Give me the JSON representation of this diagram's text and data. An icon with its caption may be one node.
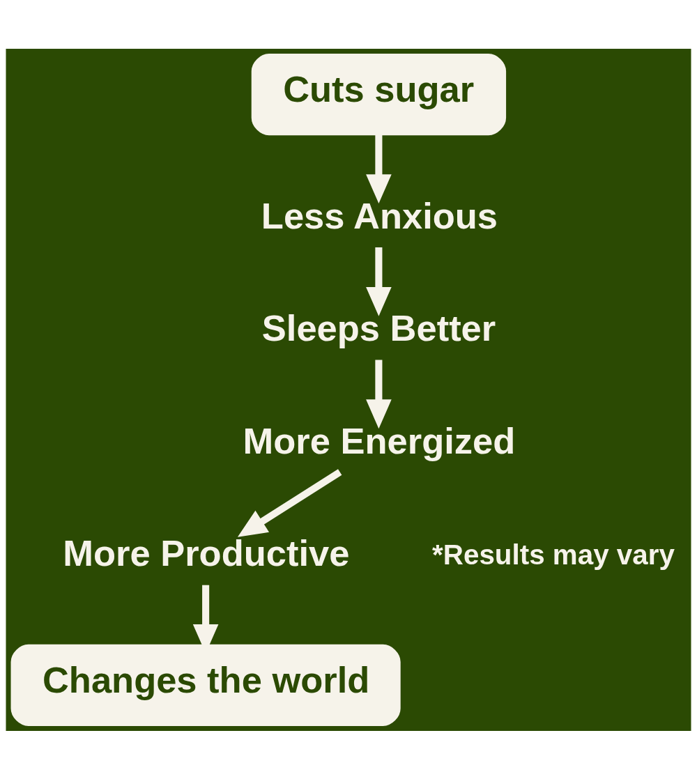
{
  "diagram": {
    "nodes": [
      {
        "text": [
          "Cuts sugar"
        ]
      },
      {
        "text": [
          "Less Anxious"
        ]
      },
      {
        "text": [
          "More Productive"
        ]
      },
      {
        "text": [
          "Sleeps Better"
        ]
      },
      {
        "text": [
          "Changes the world"
        ]
      },
      {
        "text": [
          "More Energized"
        ]
      }
    ],
    "edges": [
      {
        "from": 0,
        "to": 1,
        "arrow": "to"
      },
      {
        "from": 1,
        "to": 3,
        "arrow": "to"
      },
      {
        "from": 3,
        "to": 5,
        "arrow": "to"
      },
      {
        "from": 5,
        "to": 2,
        "arrow": "to"
      },
      {
        "from": 2,
        "to": 4,
        "arrow": "to"
      }
    ],
    "labels": [
      "*Results may vary"
    ]
  }
}
